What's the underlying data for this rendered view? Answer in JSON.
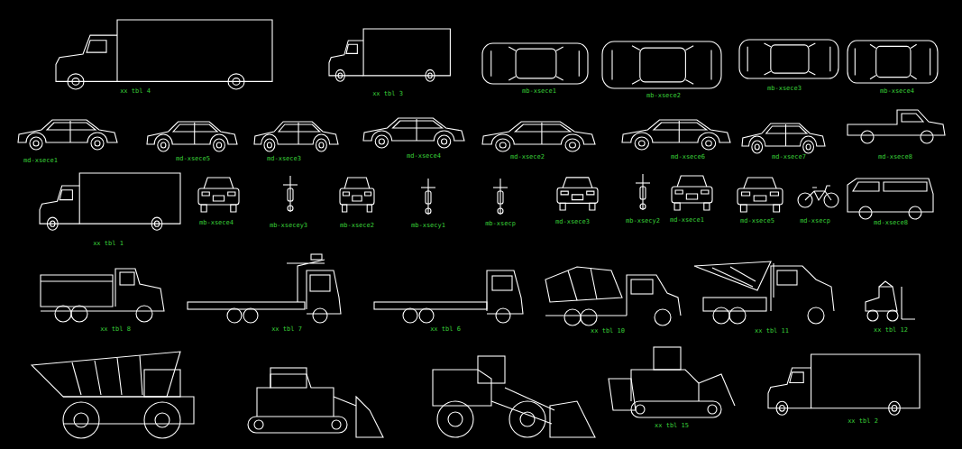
{
  "diagram": {
    "labels": [
      "xx tbl 4",
      "xx tbl 3",
      "mb-xsece1",
      "mb-xsece2",
      "mb-xsece3",
      "mb-xsece4",
      "md-xsece1",
      "md-xsece5",
      "md-xsece3",
      "md-xsece4",
      "md-xsece2",
      "md-xsece6",
      "md-xsece7",
      "md-xsece8",
      "xx tbl 1",
      "mb-xsece4",
      "mb-xsecey3",
      "mb-xsece2",
      "mb-xsecy1",
      "mb-xsecp",
      "md-xsece3",
      "mb-xsecy2",
      "md-xsece1",
      "md-xsece5",
      "md-xsecp",
      "md-xsece8",
      "xx tbl 8",
      "xx tbl 7",
      "xx tbl 6",
      "xx tbl 10",
      "xx tbl 11",
      "xx tbl 12",
      "xx tbl 15",
      "xx tbl 2"
    ]
  }
}
